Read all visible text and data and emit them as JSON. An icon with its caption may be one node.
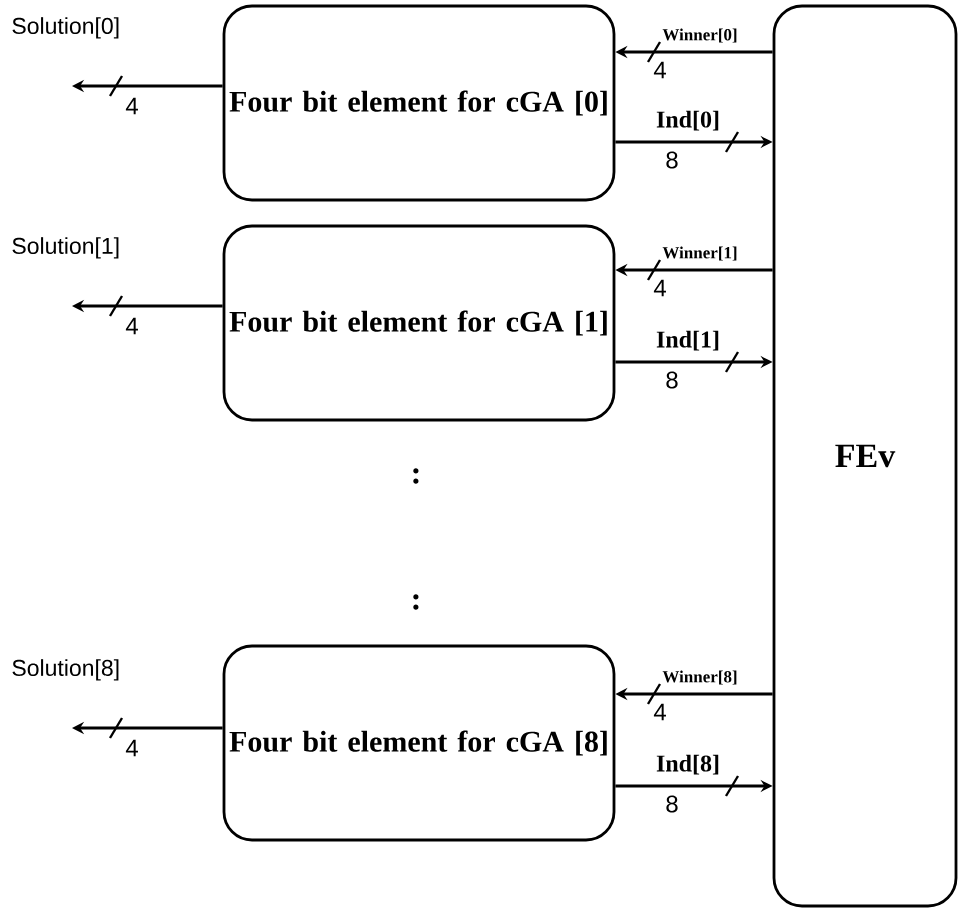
{
  "diagram": {
    "nodes": [
      {
        "text": [
          "Four bit element for cGA [0]"
        ]
      },
      {
        "text": [
          "Four bit element for cGA [1]"
        ]
      },
      {
        "text": [
          "Four bit element for cGA [8]"
        ]
      },
      {
        "text": [
          "FEv"
        ]
      }
    ],
    "edges": [
      {
        "from": 0,
        "to": null,
        "arrow": "to",
        "label": "Solution[0]"
      },
      {
        "from": 3,
        "to": 0,
        "arrow": "to",
        "label": "Winner[0]"
      },
      {
        "from": 0,
        "to": 3,
        "arrow": "to",
        "label": "Ind[0]"
      },
      {
        "from": 1,
        "to": null,
        "arrow": "to",
        "label": "Solution[1]"
      },
      {
        "from": 3,
        "to": 1,
        "arrow": "to",
        "label": "Winner[1]"
      },
      {
        "from": 1,
        "to": 3,
        "arrow": "to",
        "label": "Ind[1]"
      },
      {
        "from": 2,
        "to": null,
        "arrow": "to",
        "label": "Solution[8]"
      },
      {
        "from": 3,
        "to": 2,
        "arrow": "to",
        "label": "Winner[8]"
      },
      {
        "from": 2,
        "to": 3,
        "arrow": "to",
        "label": "Ind[8]"
      }
    ],
    "labels": [
      "4",
      "4",
      "8",
      "4",
      "4",
      "8",
      ":",
      ":",
      "4",
      "4",
      "8"
    ]
  }
}
